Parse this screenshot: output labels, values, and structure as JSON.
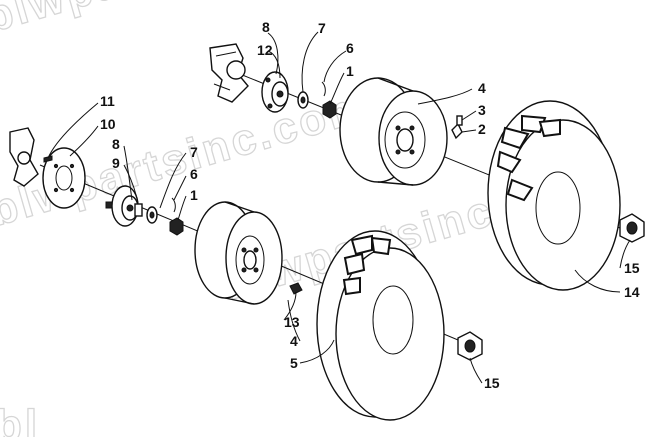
{
  "watermark": {
    "line_1": "blwpartsinc",
    "line_2": "blwpartsinc.com",
    "line_3": "blwpartsinc.com",
    "line_4": "bl"
  },
  "callouts": {
    "rear_8": "8",
    "rear_12": "12",
    "rear_7": "7",
    "rear_6": "6",
    "rear_1": "1",
    "rear_4": "4",
    "rear_3": "3",
    "rear_2": "2",
    "front_11": "11",
    "front_10": "10",
    "front_8": "8",
    "front_9": "9",
    "front_7": "7",
    "front_6": "6",
    "front_1": "1",
    "front_13": "13",
    "front_4": "4",
    "front_5": "5",
    "front_15": "15",
    "rear_15": "15",
    "rear_14": "14"
  }
}
